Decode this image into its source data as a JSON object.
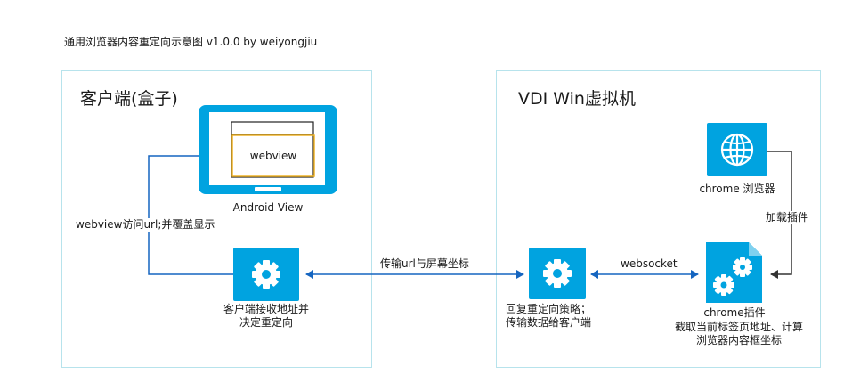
{
  "title": "通用浏览器内容重定向示意图 v1.0.0 by weiyongjiu",
  "containers": {
    "client": {
      "title": "客户端(盒子)"
    },
    "vdi": {
      "title": "VDI Win虚拟机"
    }
  },
  "nodes": {
    "android_view": {
      "label": "Android View",
      "inner_label": "webview"
    },
    "client_receiver": {
      "label_line1": "客户端接收地址并",
      "label_line2": "决定重定向"
    },
    "redirect_policy": {
      "label_line1": "回复重定向策略；",
      "label_line2": "传输数据给客户端"
    },
    "chrome_browser": {
      "label": "chrome 浏览器"
    },
    "chrome_plugin": {
      "label_line1": "chrome插件",
      "label_line2": "截取当前标签页地址、计算",
      "label_line3": "浏览器内容框坐标"
    }
  },
  "edges": {
    "webview_access": "webview访问url;并覆盖显示",
    "transfer_url": "传输url与屏幕坐标",
    "websocket": "websocket",
    "load_plugin": "加载插件"
  },
  "colors": {
    "tile": "#00a3e0",
    "container_border": "#b7e3ec",
    "arrow_blue": "#1565c0",
    "arrow_dark": "#333333",
    "webview_border": "#f0b429"
  }
}
